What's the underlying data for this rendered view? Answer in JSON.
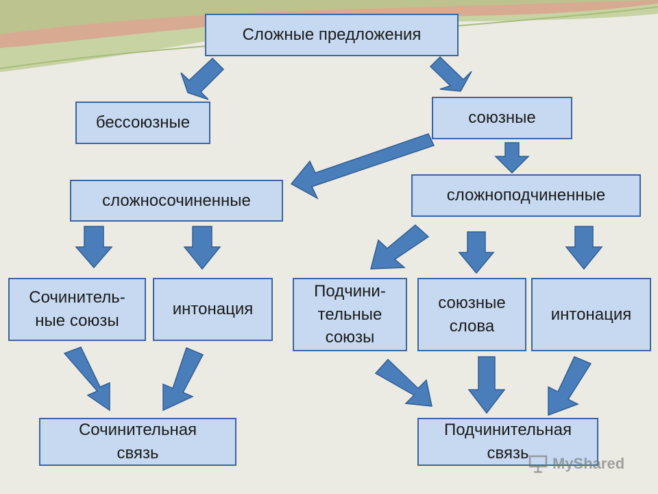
{
  "title": "Сложные предложения",
  "nodes": {
    "bessoyuznye": "бессоюзные",
    "soyuznye": "союзные",
    "slozhnosochinennye": "сложносочиненные",
    "slozhnopodchinennye": "сложноподчиненные",
    "sochinitelnye_soyuzy": [
      "Сочинитель-",
      "ные союзы"
    ],
    "intonaciya_left": "интонация",
    "podchinitelnye_soyuzy": [
      "Подчини-",
      "тельные",
      "союзы"
    ],
    "soyuznye_slova": [
      "союзные",
      "слова"
    ],
    "intonaciya_right": "интонация",
    "sochinitelnaya_svyaz": [
      "Сочинительная",
      "связь"
    ],
    "podchinitelnaya_svyaz": [
      "Подчинительная",
      "связь"
    ]
  },
  "watermark": "MyShared",
  "colors": {
    "box_fill": "#c6d9f1",
    "box_border": "#3b64a0",
    "arrow_fill": "#4a7ebb",
    "background": "#ecebe3"
  }
}
